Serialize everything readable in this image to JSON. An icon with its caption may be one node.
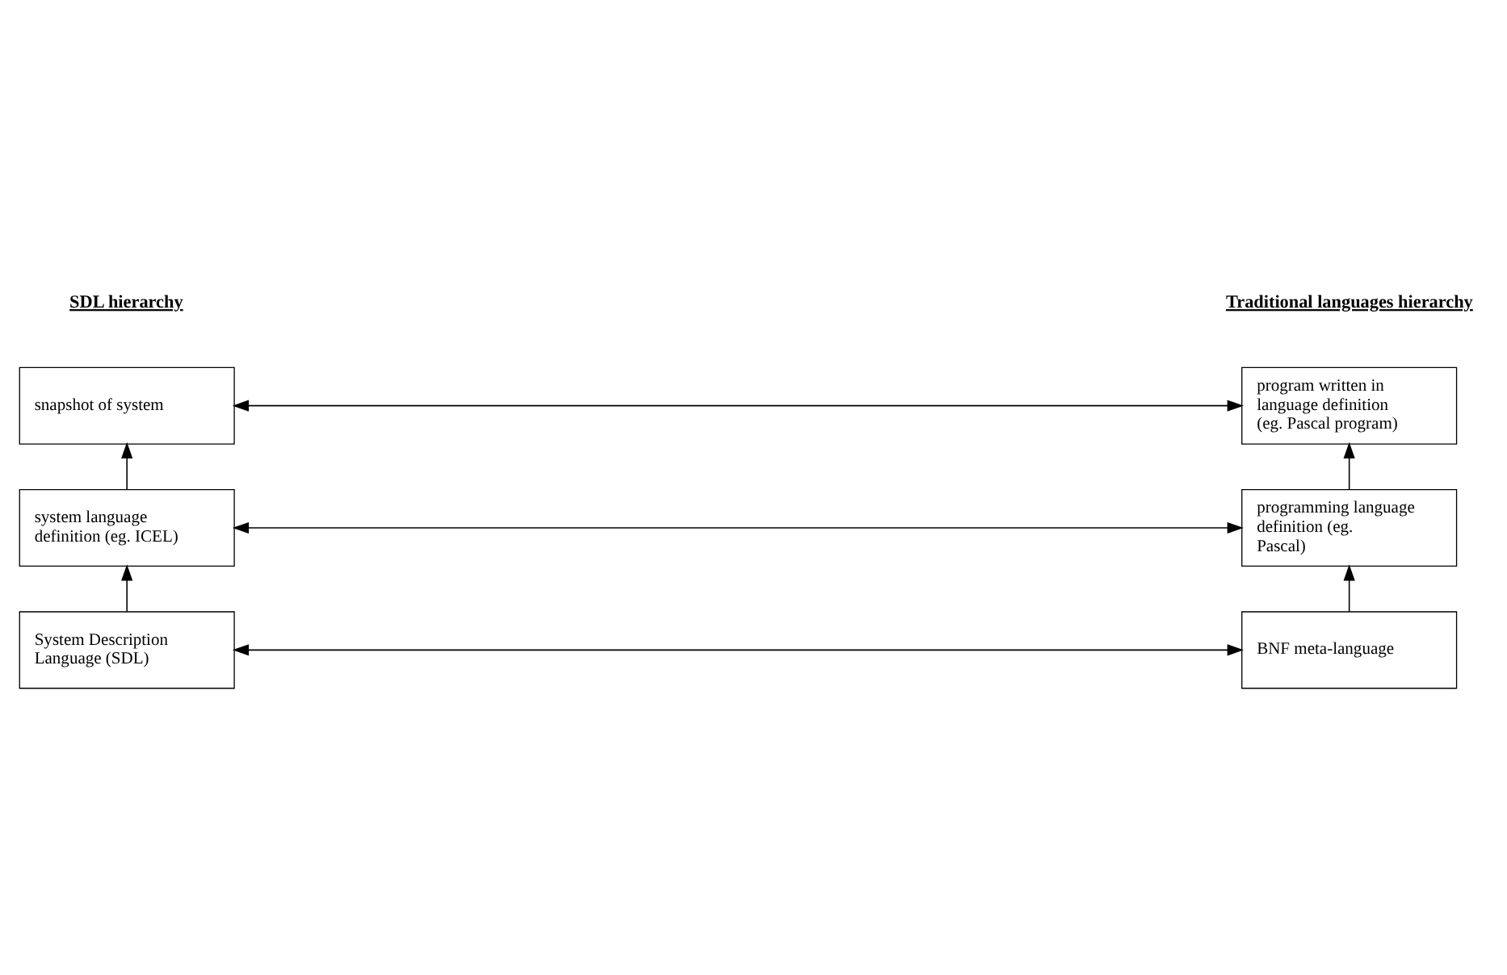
{
  "diagram": {
    "nodes": [
      {
        "text": [
          "snapshot of system"
        ]
      },
      {
        "text": [
          "program written in language definition (eg. Pascal program)"
        ]
      },
      {
        "text": [
          "system language definition (eg. ICEL)"
        ]
      },
      {
        "text": [
          "programming language definition (eg. Pascal)"
        ]
      },
      {
        "text": [
          "System Description Language (SDL)"
        ]
      },
      {
        "text": [
          "BNF meta-language"
        ]
      }
    ],
    "edges": [
      {
        "from": 0,
        "to": 1,
        "arrow": "both"
      },
      {
        "from": 2,
        "to": 0,
        "arrow": "to"
      },
      {
        "from": 3,
        "to": 1,
        "arrow": "to"
      },
      {
        "from": 2,
        "to": 3,
        "arrow": "both"
      },
      {
        "from": 4,
        "to": 2,
        "arrow": "to"
      },
      {
        "from": 5,
        "to": 3,
        "arrow": "to"
      },
      {
        "from": 4,
        "to": 5,
        "arrow": "both"
      }
    ],
    "labels": [
      "SDL hierarchy",
      "Traditional languages hierarchy"
    ]
  }
}
